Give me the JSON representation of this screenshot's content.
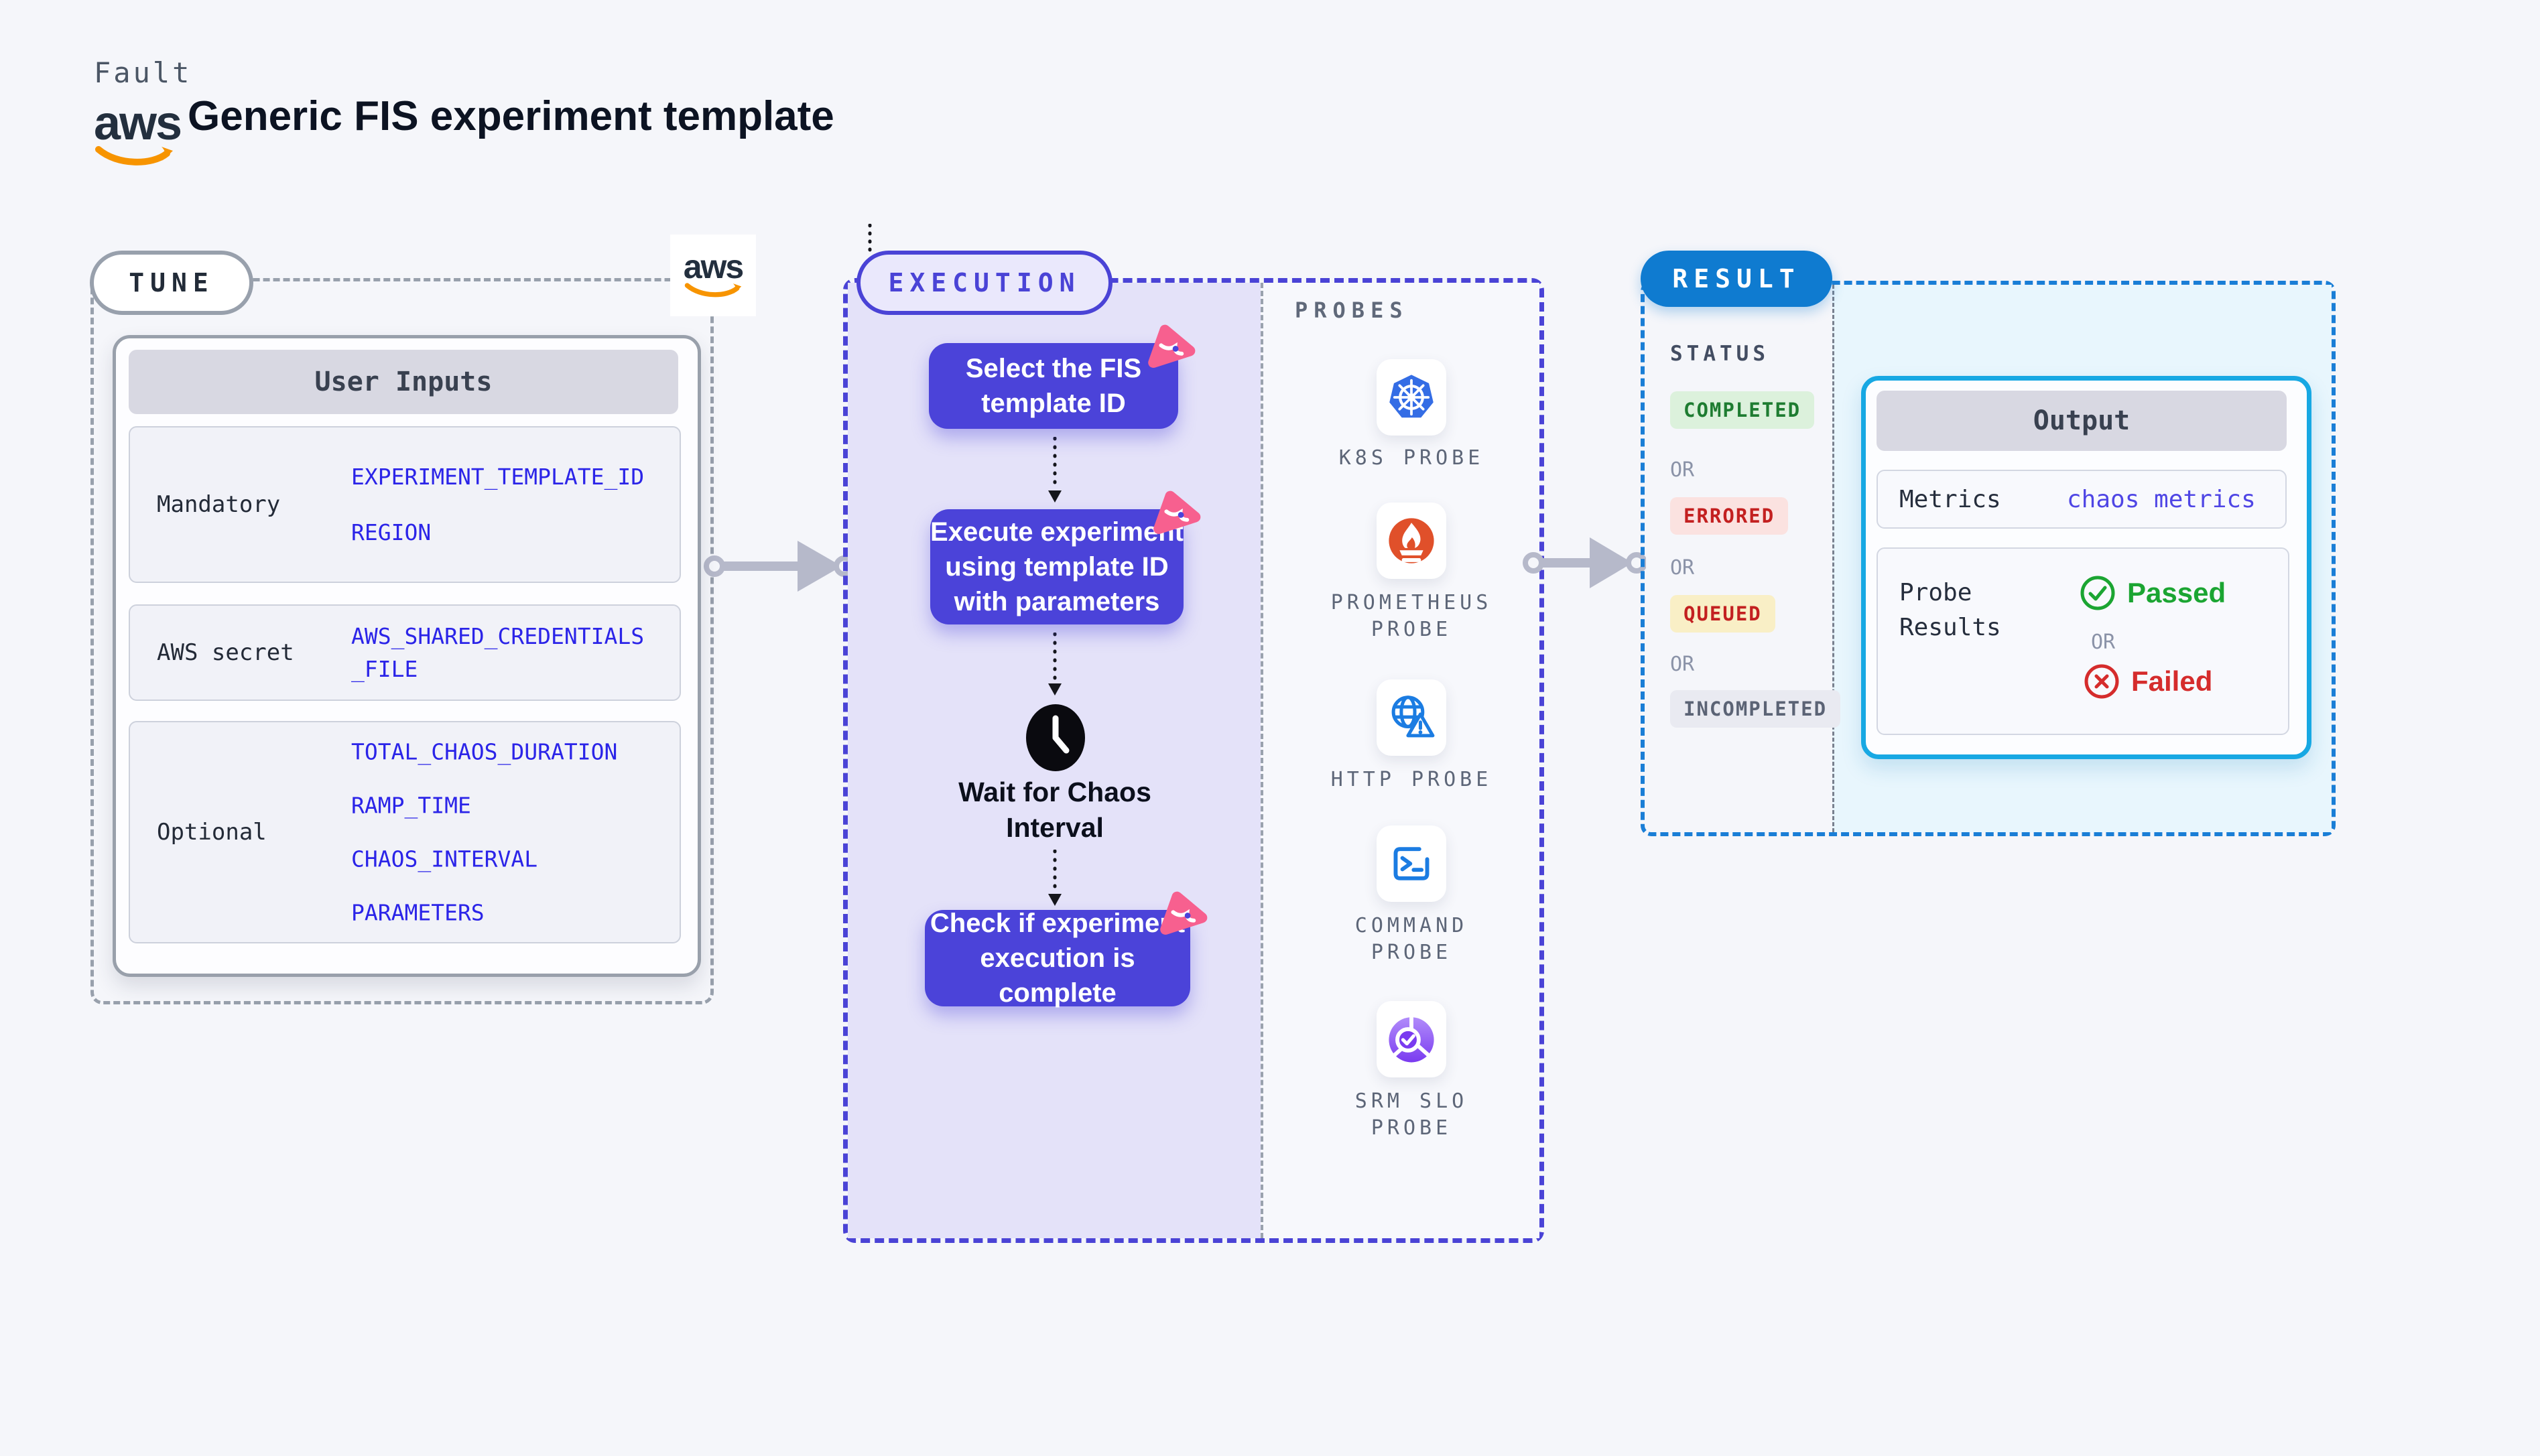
{
  "page": {
    "brand": "Fault",
    "title": "Generic FIS experiment template",
    "aws_logo_text": "aws"
  },
  "tune": {
    "label": "TUNE",
    "card": {
      "header": "User Inputs",
      "rows": [
        {
          "label": "Mandatory",
          "values": [
            "EXPERIMENT_TEMPLATE_ID",
            "REGION"
          ]
        },
        {
          "label": "AWS secret",
          "values": [
            "AWS_SHARED_CREDENTIALS",
            "_FILE"
          ]
        },
        {
          "label": "Optional",
          "values": [
            "TOTAL_CHAOS_DURATION",
            "RAMP_TIME",
            "CHAOS_INTERVAL",
            "PARAMETERS"
          ]
        }
      ]
    }
  },
  "execution": {
    "label": "EXECUTION",
    "nodes": [
      {
        "lines": [
          "Select the FIS",
          "template ID"
        ],
        "icon": "chaos-badge-icon"
      },
      {
        "lines": [
          "Execute experiment",
          "using template ID",
          "with parameters"
        ],
        "icon": "chaos-badge-icon"
      },
      {
        "lines": [
          "Check if experiment",
          "execution is complete"
        ],
        "icon": "chaos-badge-icon"
      }
    ],
    "wait_step": {
      "icon": "clock-icon",
      "lines": [
        "Wait for Chaos",
        "Interval"
      ]
    },
    "probes": {
      "title": "PROBES",
      "items": [
        {
          "icon": "kubernetes-icon",
          "lines": [
            "K8S PROBE"
          ]
        },
        {
          "icon": "prometheus-icon",
          "lines": [
            "PROMETHEUS",
            "PROBE"
          ]
        },
        {
          "icon": "http-globe-icon",
          "lines": [
            "HTTP PROBE"
          ]
        },
        {
          "icon": "command-terminal-icon",
          "lines": [
            "COMMAND",
            "PROBE"
          ]
        },
        {
          "icon": "srm-slo-icon",
          "lines": [
            "SRM SLO",
            "PROBE"
          ]
        }
      ]
    }
  },
  "result": {
    "label": "RESULT",
    "status": {
      "title": "STATUS",
      "or": "OR",
      "badges": [
        {
          "label": "COMPLETED",
          "type": "success"
        },
        {
          "label": "ERRORED",
          "type": "error"
        },
        {
          "label": "QUEUED",
          "type": "warning"
        },
        {
          "label": "INCOMPLETED",
          "type": "neutral"
        }
      ]
    },
    "output": {
      "header": "Output",
      "metrics": {
        "label": "Metrics",
        "value": "chaos metrics"
      },
      "probe_results": {
        "label_lines": [
          "Probe",
          "Results"
        ],
        "passed": "Passed",
        "or": "OR",
        "failed": "Failed"
      }
    }
  },
  "colors": {
    "background": "#f5f6fa",
    "indigo_accent": "#4b43d9",
    "lavender_panel": "#e4e2f9",
    "result_blue": "#0f7bd0",
    "cyan_border": "#17a8e3",
    "light_cyan_panel": "#e8f6fd",
    "value_blue": "#2b24e8",
    "metrics_value_indigo": "#4f46e5",
    "passed_green": "#1ba532",
    "failed_red": "#d52c2c",
    "badge_success_bg": "#dcf1dc",
    "badge_error_bg": "#fbe2e0",
    "badge_warning_bg": "#f9efc6",
    "badge_neutral_bg": "#e9eaf1",
    "pink_badge": "#f7608f",
    "aws_orange": "#f79400",
    "kubernetes_blue": "#346de5",
    "prometheus_orange": "#e0502a",
    "probe_icon_blue": "#1b7ce2",
    "srm_purple": "#7a3bf0"
  }
}
